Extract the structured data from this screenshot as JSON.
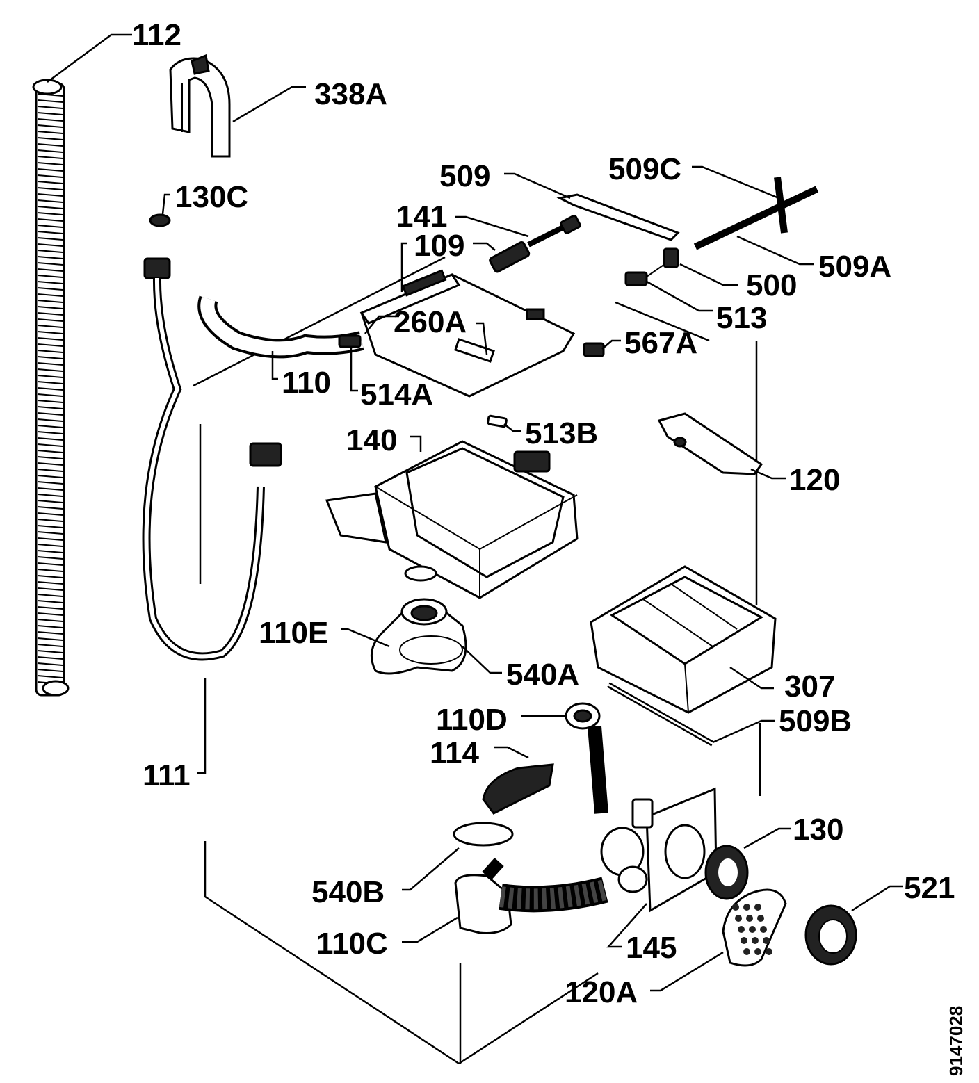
{
  "labels": {
    "l112": "112",
    "l338A": "338A",
    "l130C": "130C",
    "l509": "509",
    "l509C": "509C",
    "l141": "141",
    "l109": "109",
    "l509A": "509A",
    "l500": "500",
    "l513": "513",
    "l260A": "260A",
    "l567A": "567A",
    "l110": "110",
    "l514A": "514A",
    "l140": "140",
    "l513B": "513B",
    "l120": "120",
    "l110E": "110E",
    "l540A": "540A",
    "l307": "307",
    "l509B": "509B",
    "l110D": "110D",
    "l114": "114",
    "l111": "111",
    "l130": "130",
    "l521": "521",
    "l540B": "540B",
    "l110C": "110C",
    "l145": "145",
    "l120A": "120A"
  },
  "drawing_code": "9147028",
  "colors": {
    "ink": "#000000",
    "paper": "#ffffff"
  }
}
